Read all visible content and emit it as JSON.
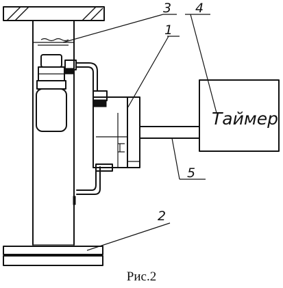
{
  "labels": {
    "l1": "1",
    "l2": "2",
    "l3": "3",
    "l4": "4",
    "l5": "5"
  },
  "timer": {
    "text": "Таймер"
  },
  "caption": "Рис.2"
}
